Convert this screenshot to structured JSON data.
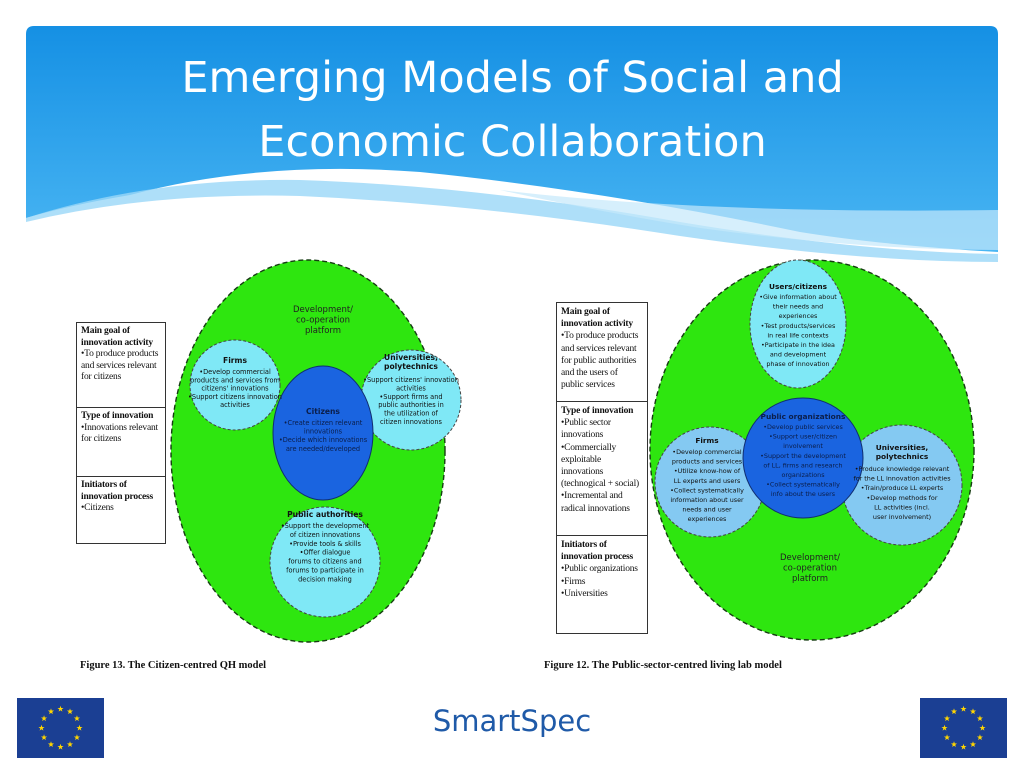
{
  "slide": {
    "title_line1": "Emerging Models of Social and",
    "title_line2": "Economic Collaboration",
    "footer": "SmartSpec"
  },
  "colors": {
    "banner": "#1b95e6",
    "outer_ellipse": "#2ee60f",
    "actor_circle": "#7fe8f6",
    "center_circle": "#1a64e0",
    "side_circle_right": "#84c9f2",
    "footer_text": "#1f5aa8",
    "eu_flag": "#1b3f93",
    "eu_stars": "#ffd500"
  },
  "figure13": {
    "caption": "Figure 13. The Citizen-centred QH model",
    "table": {
      "goal_heading": [
        "Main goal of",
        "innovation activity"
      ],
      "goal_body": [
        "•To produce products",
        "and services relevant",
        "for citizens"
      ],
      "type_heading": [
        "Type of innovation"
      ],
      "type_body": [
        "•Innovations relevant",
        "for citizens"
      ],
      "init_heading": [
        "Initiators of",
        "innovation process"
      ],
      "init_body": [
        "•Citizens"
      ]
    },
    "platform": [
      "Development/",
      "co-operation",
      "platform"
    ],
    "firms": {
      "title": "Firms",
      "lines": [
        "•Develop commercial",
        "products and services from",
        "citizens' innovations",
        "•Support citizens innovation",
        "activities"
      ]
    },
    "universities": {
      "title": [
        "Universities,",
        "polytechnics"
      ],
      "lines": [
        "•Support citizens' innovation",
        "activities",
        "•Support firms and",
        "public authorities in",
        "the utilization of",
        "citizen innovations"
      ]
    },
    "citizens": {
      "title": "Citizens",
      "lines": [
        "•Create citizen relevant",
        "innovations",
        "•Decide which innovations",
        "are needed/developed"
      ]
    },
    "public_authorities": {
      "title": "Public authorities",
      "lines": [
        "•Support the development",
        "of citizen innovations",
        "•Provide tools & skills",
        "•Offer dialogue",
        "forums to citizens and",
        "forums to participate in",
        "decision making"
      ]
    }
  },
  "figure12": {
    "caption": "Figure 12. The Public-sector-centred living lab model",
    "table": {
      "goal_heading": [
        "Main goal of",
        "innovation activity"
      ],
      "goal_body": [
        "•To produce products",
        "and services relevant",
        "for public authorities",
        "and the users of",
        "public services"
      ],
      "type_heading": [
        "Type of innovation"
      ],
      "type_body": [
        "•Public sector",
        "innovations",
        "•Commercially",
        "exploitable",
        "innovations",
        "(technogical + social)",
        "•Incremental and",
        "radical innovations"
      ],
      "init_heading": [
        "Initiators of",
        "innovation process"
      ],
      "init_body": [
        "•Public organizations",
        "•Firms",
        "•Universities"
      ]
    },
    "platform": [
      "Development/",
      "co-operation",
      "platform"
    ],
    "users": {
      "title": "Users/citizens",
      "lines": [
        "•Give information about",
        "their needs and",
        "experiences",
        "•Test products/services",
        "in real life contexts",
        "•Participate in the idea",
        "and development",
        "phase of innovation"
      ]
    },
    "firms": {
      "title": "Firms",
      "lines": [
        "•Develop commercial",
        "products and services",
        "•Utilize know-how of",
        "LL experts and users",
        "•Collect systematically",
        "information about user",
        "needs and user",
        "experiences"
      ]
    },
    "public_org": {
      "title": "Public organizations",
      "lines": [
        "•Develop public services",
        "•Support user/citizen",
        "involvement",
        "•Support the development",
        "of LL, firms and research",
        "organizations",
        "•Collect systematically",
        "info about the users"
      ]
    },
    "universities": {
      "title": [
        "Universities,",
        "polytechnics"
      ],
      "lines": [
        "•Produce knowledge relevant",
        "for the LL innovation activities",
        "•Train/produce LL experts",
        "•Develop methods for",
        "LL activities (incl.",
        "user involvement)"
      ]
    }
  }
}
